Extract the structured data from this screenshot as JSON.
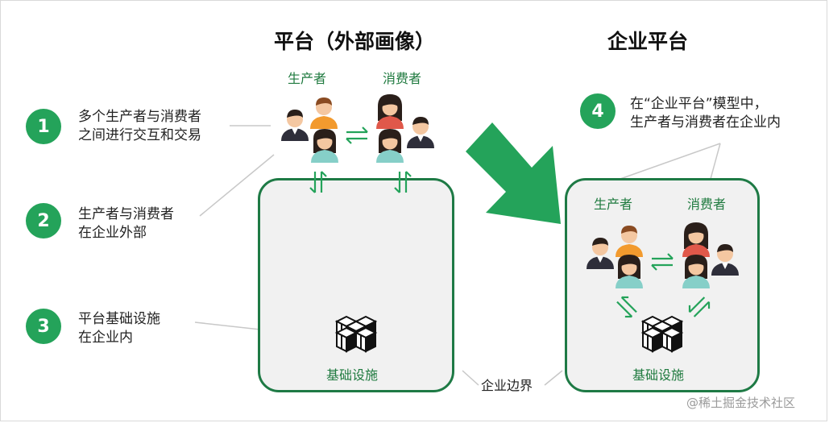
{
  "titles": {
    "platform": "平台（外部画像）",
    "enterprise": "企业平台"
  },
  "roles": {
    "producer": "生产者",
    "consumer": "消费者"
  },
  "notes": [
    {
      "number": "1",
      "lines": [
        "多个生产者与消费者",
        "之间进行交互和交易"
      ]
    },
    {
      "number": "2",
      "lines": [
        "生产者与消费者",
        "在企业外部"
      ]
    },
    {
      "number": "3",
      "lines": [
        "平台基础设施",
        "在企业内"
      ]
    },
    {
      "number": "4",
      "lines": [
        "在“企业平台”模型中，",
        "生产者与消费者在企业内"
      ]
    }
  ],
  "infrastructure_label": "基础设施",
  "boundary_label": "企业边界",
  "watermark": "@稀土掘金技术社区",
  "colors": {
    "accent_green": "#24a35a",
    "border_green": "#1e7a45",
    "box_fill": "#f1f1f1",
    "label_green": "#1f7a3f"
  }
}
